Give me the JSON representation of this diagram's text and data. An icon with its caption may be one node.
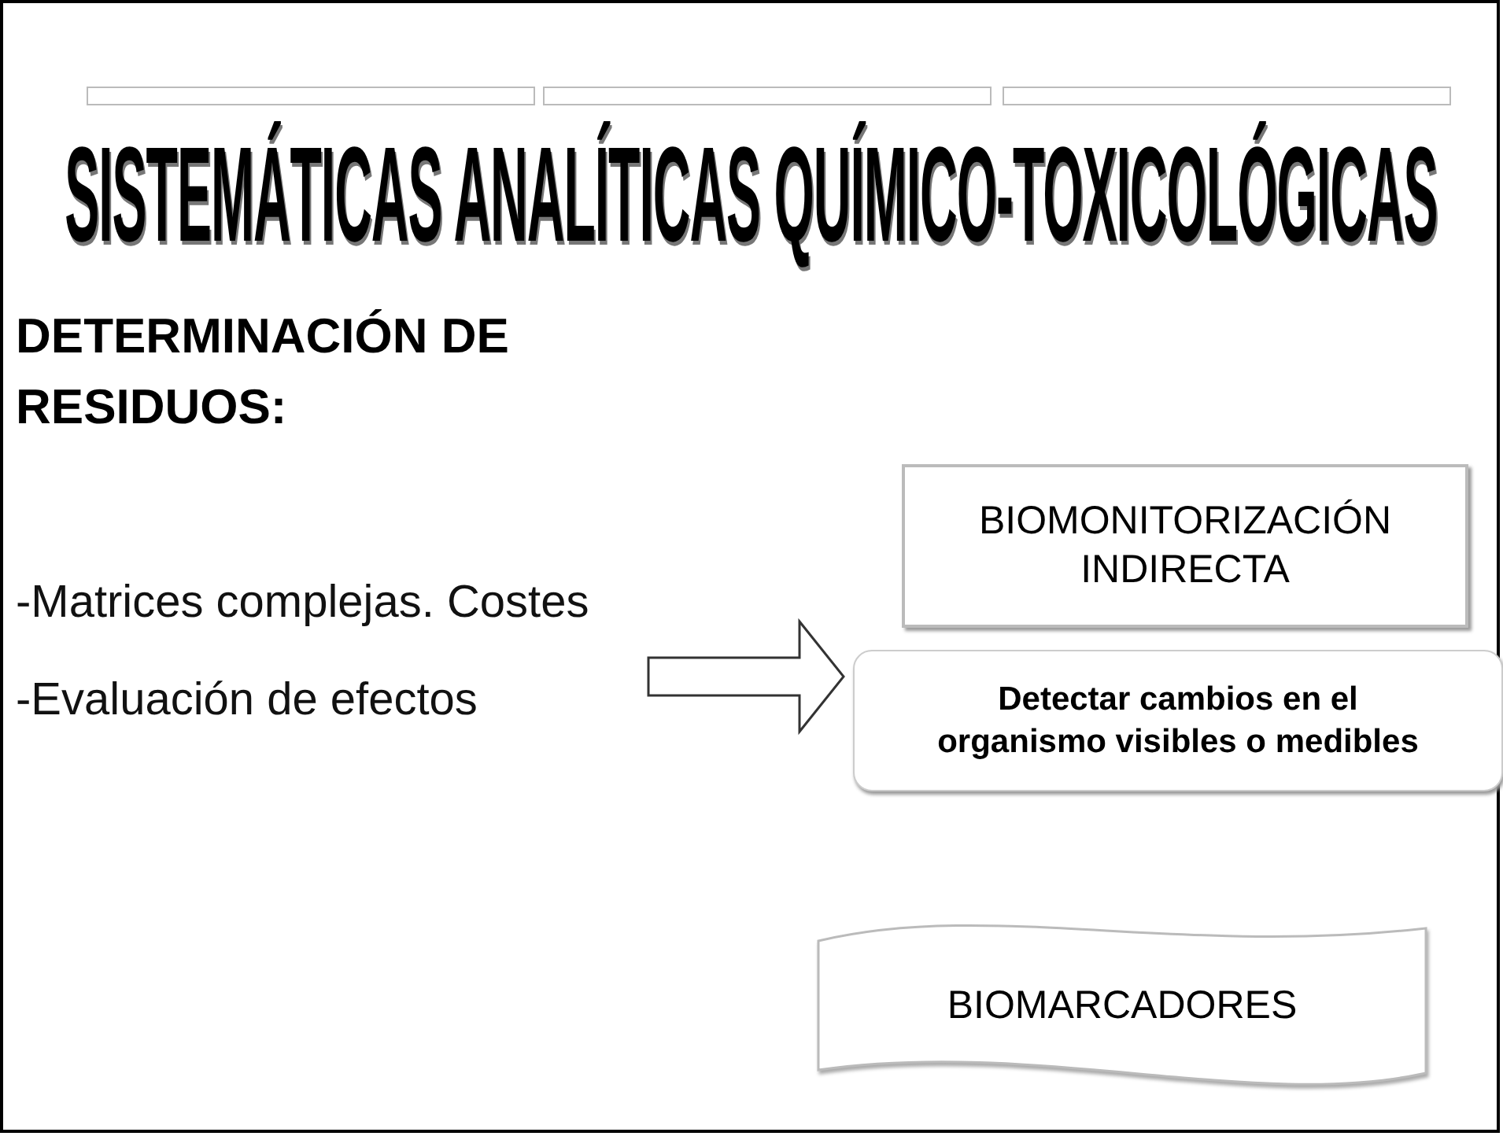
{
  "diagram": {
    "title": "SISTEMÁTICAS ANALÍTICAS QUÍMICO-TOXICOLÓGICAS",
    "nodes": [
      {
        "text": [
          "-Matrices complejas. Costes",
          "-Evaluación de efectos"
        ]
      },
      {
        "text": [
          "BIOMONITORIZACIÓN INDIRECTA"
        ]
      },
      {
        "text": [
          "Detectar cambios en el organismo visibles o medibles"
        ]
      },
      {
        "text": [
          "BIOMARCADORES"
        ]
      }
    ],
    "edges": [
      {
        "from": 0,
        "to": 2,
        "arrow": "to",
        "style": "thick"
      }
    ],
    "labels": [
      "DETERMINACIÓN DE RESIDUOS:"
    ]
  }
}
